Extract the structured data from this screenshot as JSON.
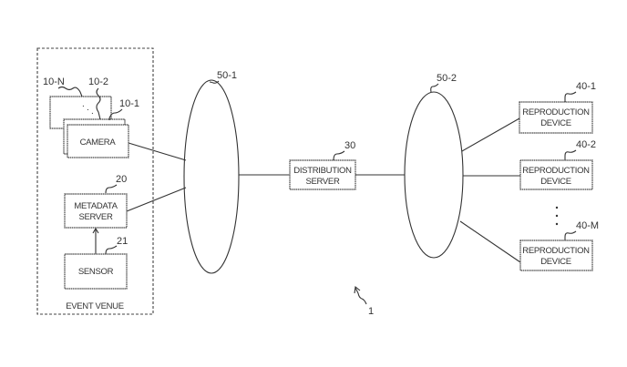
{
  "figure_number": "1",
  "event_venue": {
    "label": "EVENT VENUE"
  },
  "cameras": {
    "refs": [
      "10-N",
      "10-2",
      "10-1"
    ],
    "label": "CAMERA"
  },
  "metadata_server": {
    "ref": "20",
    "line1": "METADATA",
    "line2": "SERVER"
  },
  "sensor": {
    "ref": "21",
    "label": "SENSOR"
  },
  "networks": [
    {
      "ref": "50-1"
    },
    {
      "ref": "50-2"
    }
  ],
  "distribution_server": {
    "ref": "30",
    "line1": "DISTRIBUTION",
    "line2": "SERVER"
  },
  "reproduction_devices": [
    {
      "ref": "40-1",
      "line1": "REPRODUCTION",
      "line2": "DEVICE"
    },
    {
      "ref": "40-2",
      "line1": "REPRODUCTION",
      "line2": "DEVICE"
    },
    {
      "ref": "40-M",
      "line1": "REPRODUCTION",
      "line2": "DEVICE"
    }
  ]
}
